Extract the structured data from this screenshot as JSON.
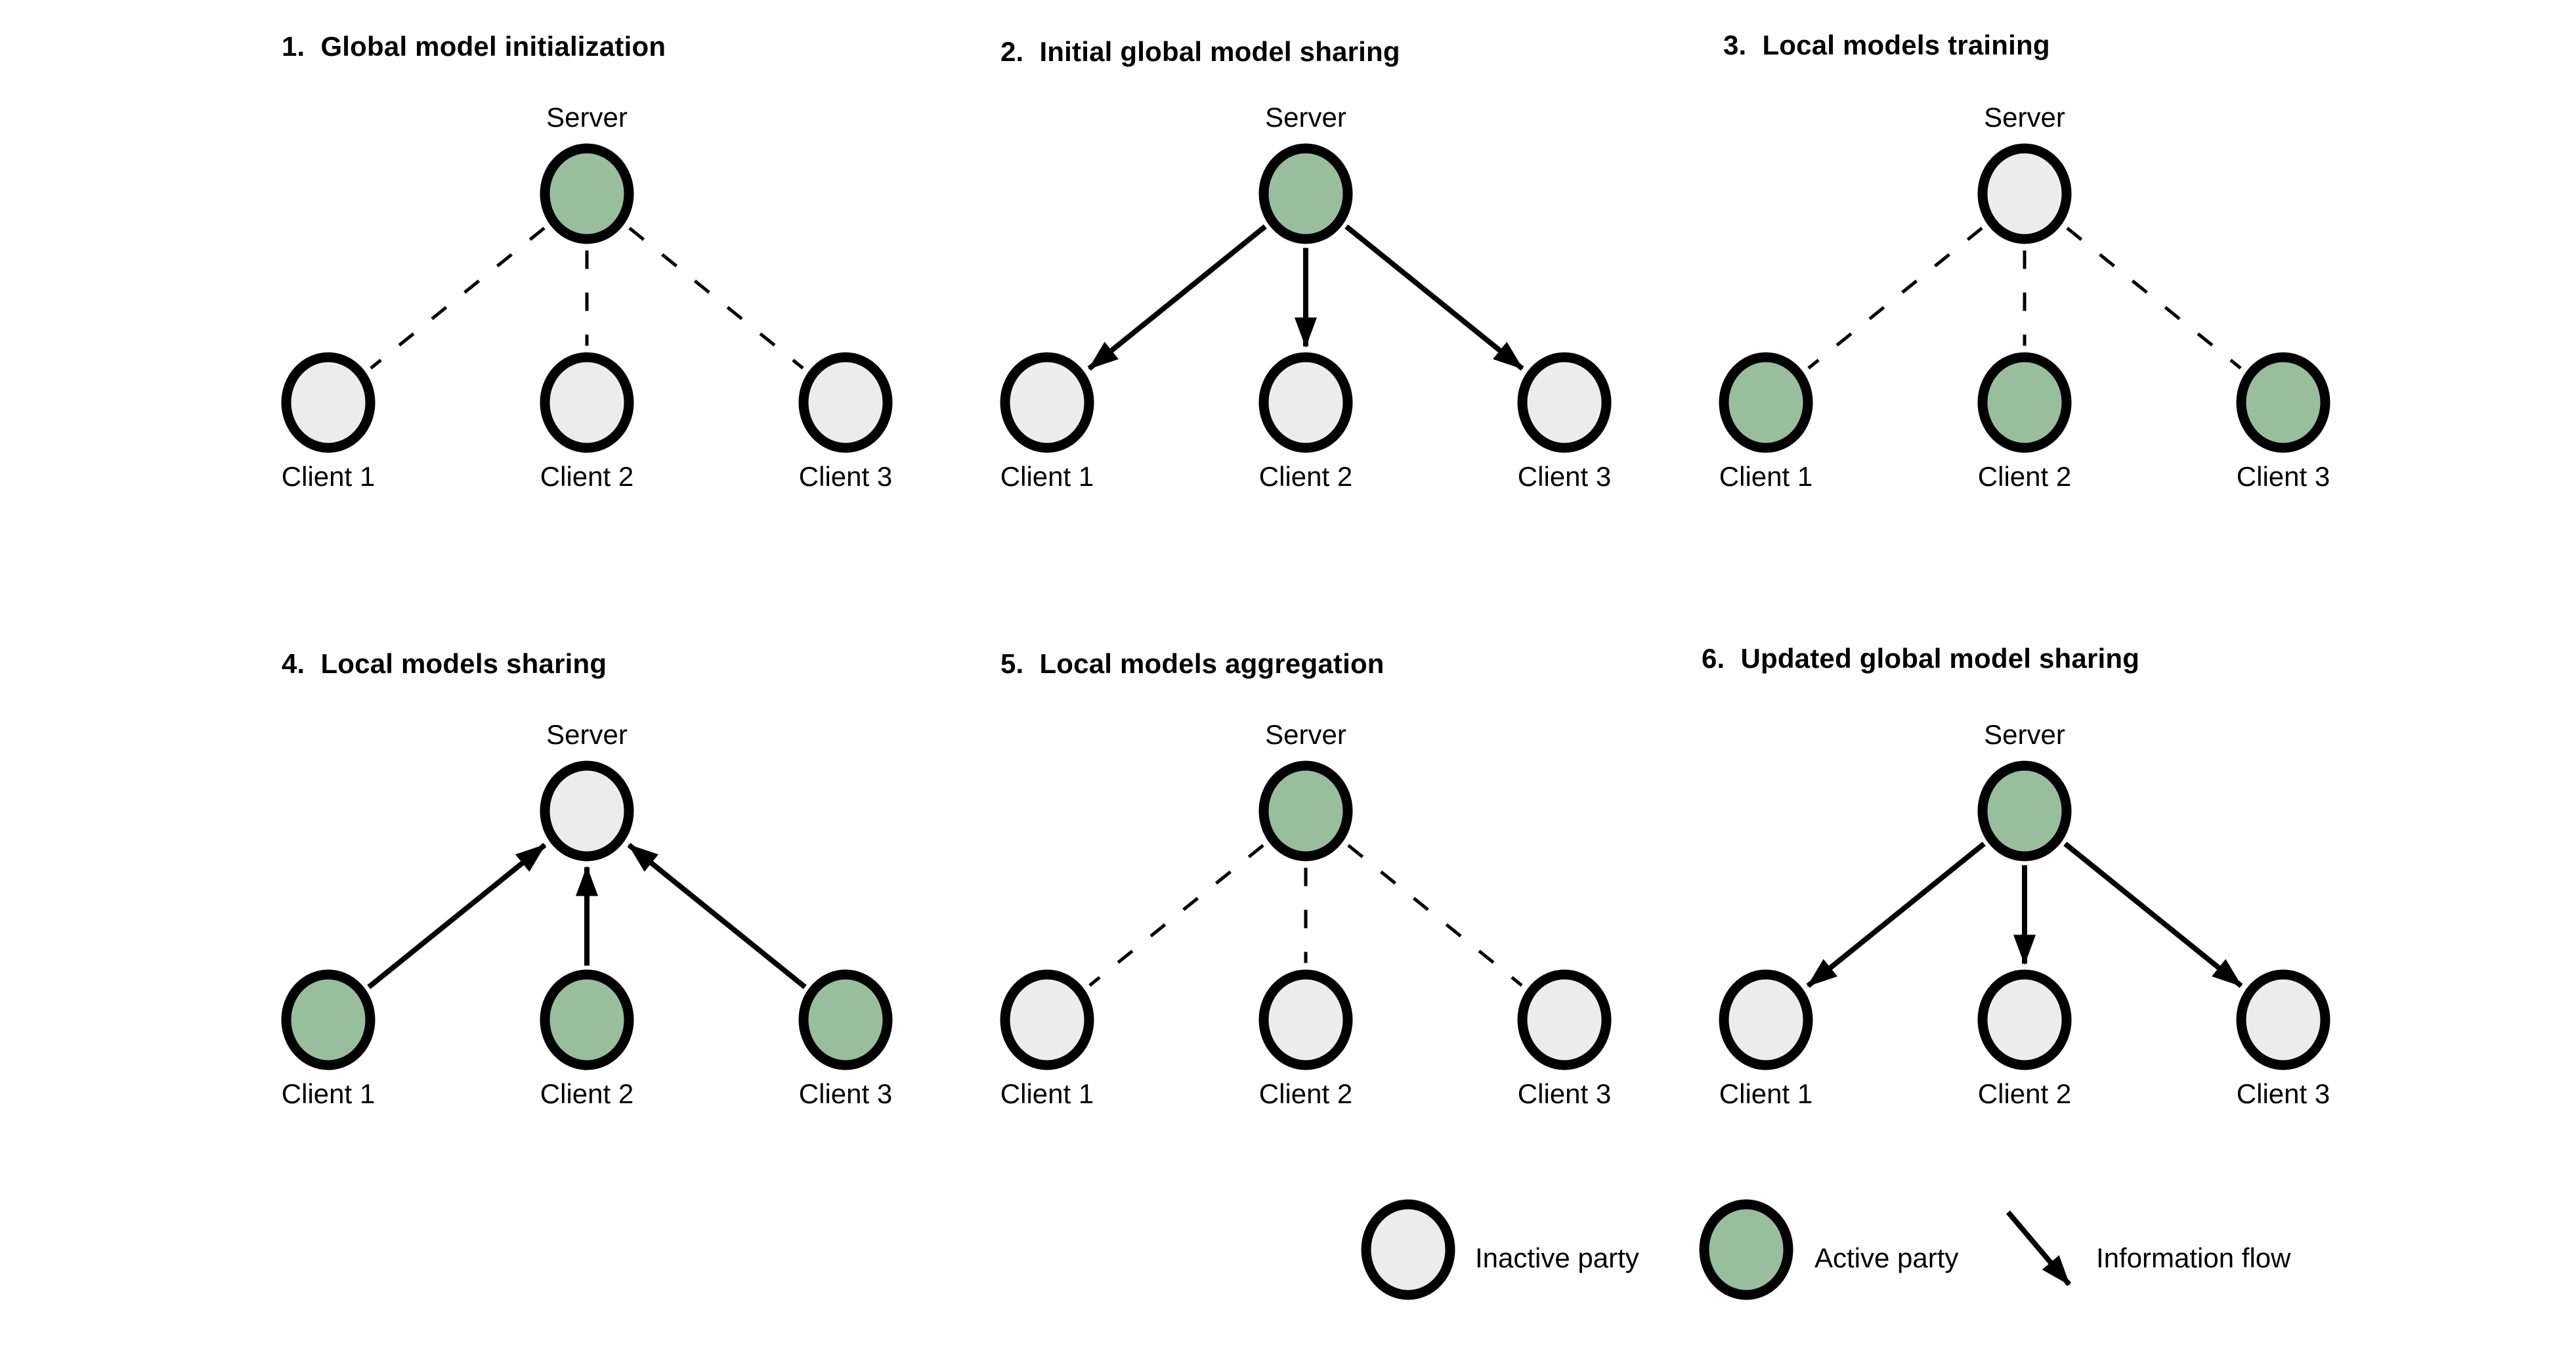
{
  "colors": {
    "background": "#ffffff",
    "active_fill": "#99be9e",
    "inactive_fill": "#ececec",
    "node_outline": "#000000",
    "line": "#000000",
    "text": "#000000"
  },
  "panels": [
    {
      "number": "1.",
      "title": "Global model initialization",
      "server": {
        "label": "Server",
        "state": "active"
      },
      "clients": [
        {
          "label": "Client 1",
          "state": "inactive"
        },
        {
          "label": "Client 2",
          "state": "inactive"
        },
        {
          "label": "Client 3",
          "state": "inactive"
        }
      ],
      "connection": {
        "style": "dashed",
        "direction": "none"
      }
    },
    {
      "number": "2.",
      "title": "Initial global model sharing",
      "server": {
        "label": "Server",
        "state": "active"
      },
      "clients": [
        {
          "label": "Client 1",
          "state": "inactive"
        },
        {
          "label": "Client 2",
          "state": "inactive"
        },
        {
          "label": "Client 3",
          "state": "inactive"
        }
      ],
      "connection": {
        "style": "arrow",
        "direction": "server-to-clients"
      }
    },
    {
      "number": "3.",
      "title": "Local models training",
      "server": {
        "label": "Server",
        "state": "inactive"
      },
      "clients": [
        {
          "label": "Client 1",
          "state": "active"
        },
        {
          "label": "Client 2",
          "state": "active"
        },
        {
          "label": "Client 3",
          "state": "active"
        }
      ],
      "connection": {
        "style": "dashed",
        "direction": "none"
      }
    },
    {
      "number": "4.",
      "title": "Local models sharing",
      "server": {
        "label": "Server",
        "state": "inactive"
      },
      "clients": [
        {
          "label": "Client 1",
          "state": "active"
        },
        {
          "label": "Client 2",
          "state": "active"
        },
        {
          "label": "Client 3",
          "state": "active"
        }
      ],
      "connection": {
        "style": "arrow",
        "direction": "clients-to-server"
      }
    },
    {
      "number": "5.",
      "title": "Local models aggregation",
      "server": {
        "label": "Server",
        "state": "active"
      },
      "clients": [
        {
          "label": "Client 1",
          "state": "inactive"
        },
        {
          "label": "Client 2",
          "state": "inactive"
        },
        {
          "label": "Client 3",
          "state": "inactive"
        }
      ],
      "connection": {
        "style": "dashed",
        "direction": "none"
      }
    },
    {
      "number": "6.",
      "title": "Updated global model sharing",
      "server": {
        "label": "Server",
        "state": "active"
      },
      "clients": [
        {
          "label": "Client 1",
          "state": "inactive"
        },
        {
          "label": "Client 2",
          "state": "inactive"
        },
        {
          "label": "Client 3",
          "state": "inactive"
        }
      ],
      "connection": {
        "style": "arrow",
        "direction": "server-to-clients"
      }
    }
  ],
  "legend": {
    "items": [
      {
        "type": "node",
        "state": "inactive",
        "label": "Inactive party"
      },
      {
        "type": "node",
        "state": "active",
        "label": "Active party"
      },
      {
        "type": "arrow",
        "label": "Information flow"
      }
    ]
  }
}
